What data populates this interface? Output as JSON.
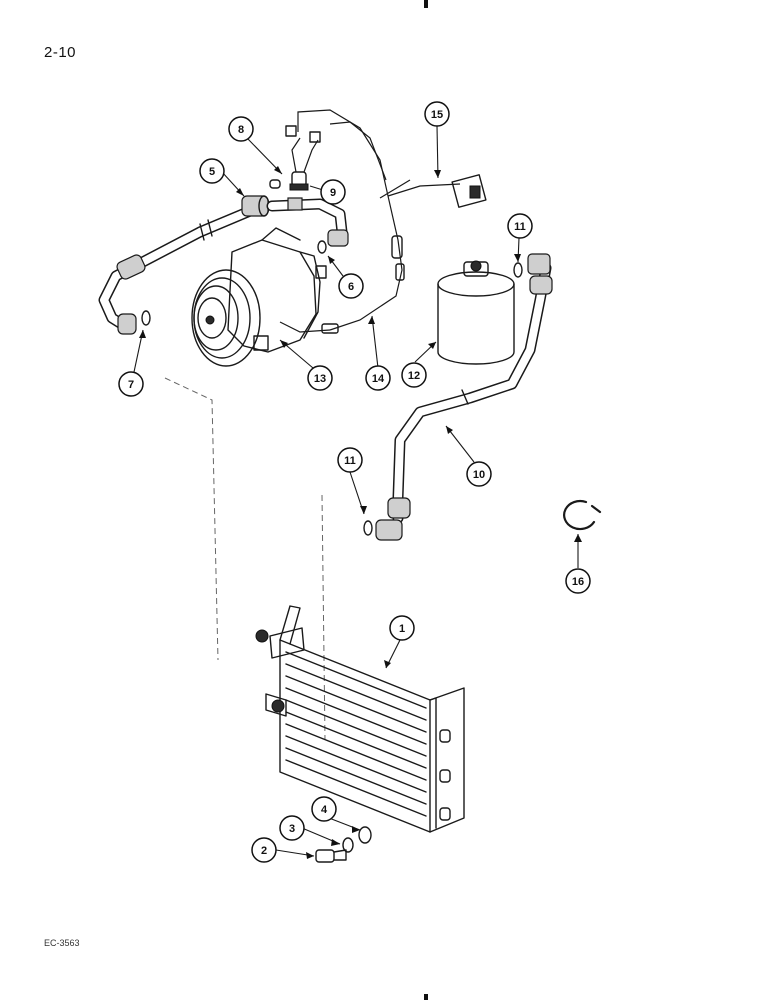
{
  "page": {
    "number": "2-10",
    "code": "EC-3563"
  },
  "callouts": [
    {
      "label": "1"
    },
    {
      "label": "2"
    },
    {
      "label": "3"
    },
    {
      "label": "4"
    },
    {
      "label": "5"
    },
    {
      "label": "6"
    },
    {
      "label": "7"
    },
    {
      "label": "8"
    },
    {
      "label": "9"
    },
    {
      "label": "10"
    },
    {
      "label": "11"
    },
    {
      "label": "11"
    },
    {
      "label": "12"
    },
    {
      "label": "13"
    },
    {
      "label": "14"
    },
    {
      "label": "15"
    },
    {
      "label": "16"
    }
  ]
}
